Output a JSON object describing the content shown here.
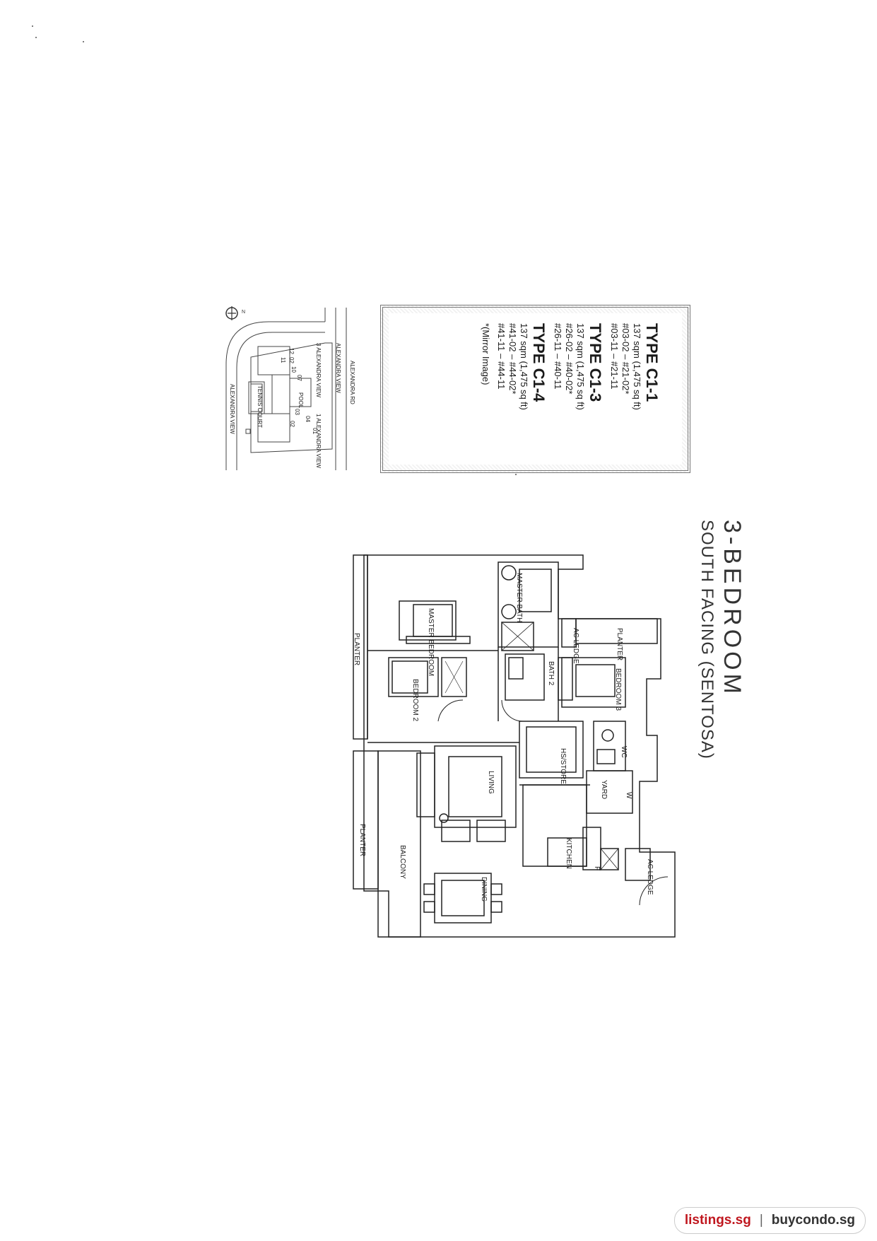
{
  "heading": {
    "title": "3-BEDROOM",
    "subtitle": "SOUTH FACING (SENTOSA)"
  },
  "unit_types": [
    {
      "name": "TYPE C1-1",
      "area": "137 sqm (1,475 sq ft)",
      "units": [
        "#03-02 – #21-02*",
        "#03-11 – #21-11"
      ]
    },
    {
      "name": "TYPE C1-3",
      "area": "137 sqm (1,475 sq ft)",
      "units": [
        "#26-02 – #40-02*",
        "#26-11 – #40-11"
      ]
    },
    {
      "name": "TYPE C1-4",
      "area": "137 sqm (1,475 sq ft)",
      "units": [
        "#41-02 – #44-02*",
        "#41-11 – #44-11"
      ]
    }
  ],
  "mirror_note": "*(Mirror Image)",
  "site_plan": {
    "north": "N",
    "roads": {
      "top": "ALEXANDRA VIEW",
      "right": "ALEXANDRA RD",
      "left": "ALEXANDRA VIEW"
    },
    "blocks": {
      "view3": "3 ALEXANDRA VIEW",
      "view1": "1 ALEXANDRA VIEW"
    },
    "facilities": {
      "pool": "POOL",
      "tennis": "TENNIS COURT"
    },
    "stacks": [
      "12",
      "02",
      "11",
      "10",
      "07",
      "04",
      "03",
      "02",
      "01"
    ]
  },
  "rooms": {
    "master_bath": "MASTER BATH",
    "planter_top": "PLANTER",
    "ac_ledge_top": "AC LEDGE",
    "master_bedroom": "MASTER BEDROOM",
    "bath2": "BATH 2",
    "bedroom3": "BEDROOM 3",
    "planter_left": "PLANTER",
    "bedroom2": "BEDROOM 2",
    "wc": "WC",
    "hs_store": "HS/STORE",
    "yard": "YARD",
    "w": "W",
    "living": "LIVING",
    "kitchen": "KITCHEN",
    "f": "F",
    "ac_ledge_bottom": "AC LEDGE",
    "balcony": "BALCONY",
    "planter_bottom": "PLANTER",
    "dining": "DINING"
  },
  "footer": {
    "site1": "listings.sg",
    "separator": "|",
    "site2": "buycondo.sg"
  }
}
